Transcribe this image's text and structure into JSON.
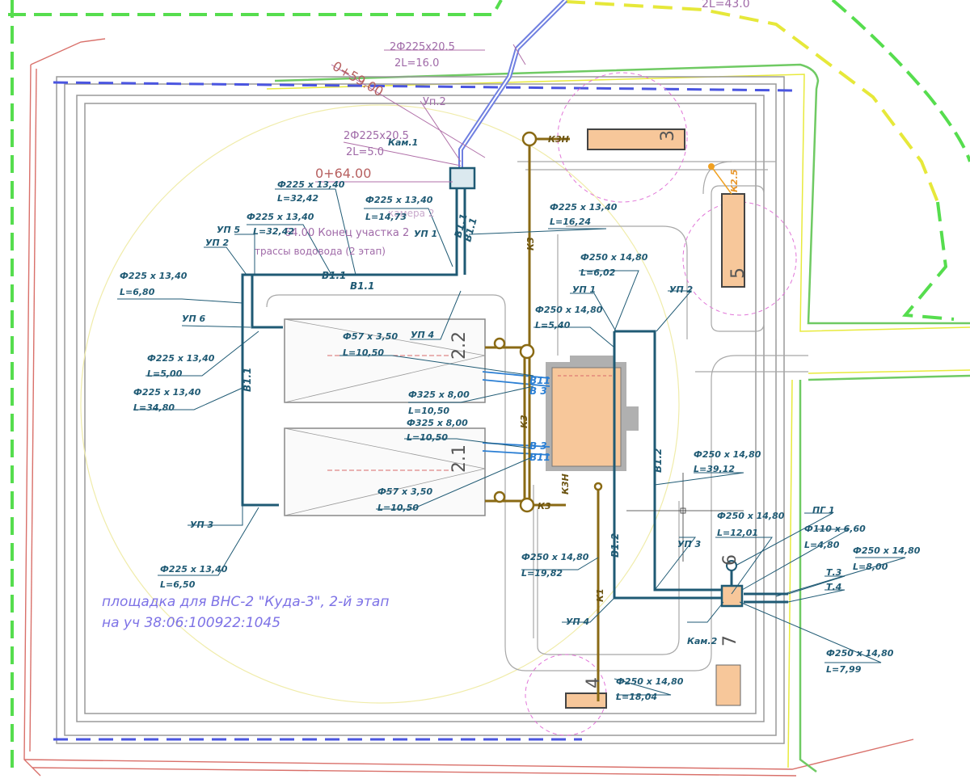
{
  "top_right_label": "2L=43.0",
  "route": {
    "pipe_header": "2Ф225x20.5",
    "pipe_header_len": "2L=16.0",
    "pk_059": "0+59.00",
    "up2_top": "Уп.2",
    "pipe_header2": "2Ф225x20.5",
    "pipe_header2_len": "2L=5.0",
    "pk_064": "0+64.00",
    "end_note_1": "64.00 Конец участка 2",
    "end_note_2": "трассы водовода (2 этап)",
    "ghost_note": "камера 2"
  },
  "chambers": {
    "kam1": "Кам.1",
    "kam2": "Кам.2",
    "pg1": "ПГ 1",
    "t3": "Т.3",
    "t4": "Т.4"
  },
  "nodes": {
    "up1_left": "УП 1",
    "up2_left": "УП 2",
    "up5": "УП 5",
    "up6": "УП 6",
    "up3_left": "УП 3",
    "up4_left": "УП 4",
    "up1_right": "УП 1",
    "up2_right": "УП 2",
    "up3_right": "УП 3",
    "up4_right": "УП 4"
  },
  "pipes": {
    "p1": "Ф225 x 13,40",
    "p1l": "L=32,42",
    "p2": "Ф225 x 13,40",
    "p2l": "L=14,73",
    "p3": "Ф225 x 13,40",
    "p3l": "L=32,42",
    "p4": "Ф225 x 13,40",
    "p4l": "L=16,24",
    "p5": "Ф225 x 13,40",
    "p5l": "L=6,80",
    "p6": "Ф225 x 13,40",
    "p6l": "L=5,00",
    "p7": "Ф225 x 13,40",
    "p7l": "L=34,80",
    "p8": "Ф225 x 13,40",
    "p8l": "L=6,50",
    "p9": "Ф250 x 14,80",
    "p9l": "L=6,02",
    "p10": "Ф250 x 14,80",
    "p10l": "L=5,40",
    "p11": "Ф57 x 3,50",
    "p11l": "L=10,50",
    "p12": "Ф325 x 8,00",
    "p12l": "L=10,50",
    "p13": "Ф325 x 8,00",
    "p13l": "L=10,50",
    "p14": "Ф57 x 3,50",
    "p14l": "L=10,50",
    "p15": "Ф250 x 14,80",
    "p15l": "L=39,12",
    "p16": "Ф250 x 14,80",
    "p16l": "L=12,01",
    "p17": "Ф110 x 6,60",
    "p17l": "L=4,80",
    "p18": "Ф250 x 14,80",
    "p18l": "L=8,00",
    "p19": "Ф250 x 14,80",
    "p19l": "L=19,82",
    "p20": "Ф250 x 14,80",
    "p20l": "L=7,99",
    "p21": "Ф250 x 14,80",
    "p21l": "L=18,04"
  },
  "lines": {
    "b11": "В1.1",
    "b12": "В1.2",
    "b3": "В 3",
    "b11s": "В11",
    "k3": "К3",
    "k3n": "К3Н",
    "k1": "К1",
    "k25": "К2.5"
  },
  "buildings": {
    "b21": "2.1",
    "b22": "2.2",
    "b3": "3",
    "b5": "5",
    "b6": "6",
    "b7": "7",
    "b4": "4"
  },
  "site_title_1": "площадка для ВНС-2 \"Куда-3\", 2-й этап",
  "site_title_2": "на уч 38:06:100922:1045",
  "colors": {
    "pipe_water": "#1f5a74",
    "pipe_sewer": "#8a6a14",
    "boundary_red": "#d86a6a",
    "boundary_green": "#7fd36b",
    "road_yellow": "#e8ea3c",
    "fence_blue": "#4a55e0",
    "building_fill": "#f7c79a"
  }
}
